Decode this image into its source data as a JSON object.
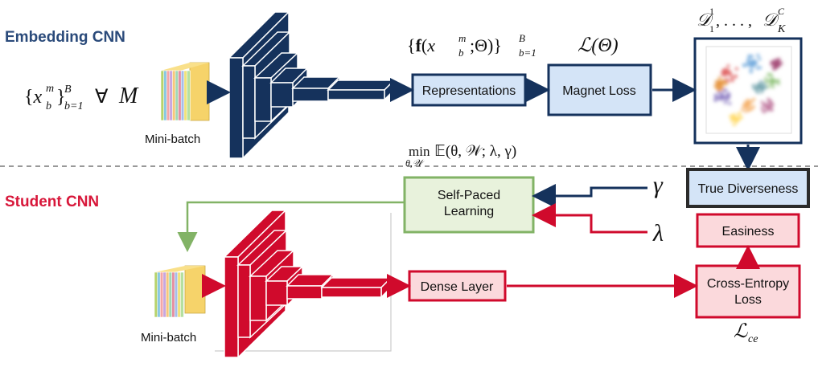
{
  "sections": {
    "embedding": {
      "label": "Embedding CNN",
      "color": "#2a4a7a"
    },
    "student": {
      "label": "Student CNN",
      "color": "#d8173a"
    }
  },
  "boxes": {
    "representations": "Representations",
    "magnet_loss": "Magnet Loss",
    "true_diverseness": "True Diverseness",
    "self_paced": [
      "Self-Paced",
      "Learning"
    ],
    "easiness": "Easiness",
    "cross_entropy": [
      "Cross-Entropy",
      "Loss"
    ],
    "dense_layer": "Dense Layer"
  },
  "captions": {
    "minibatch_top": "Mini-batch",
    "minibatch_bottom": "Mini-batch"
  },
  "math": {
    "input_set": "{x",
    "input_sub": "b",
    "input_sup": "m",
    "input_range_sup": "B",
    "input_range_sub": "b=1",
    "forall": "∀",
    "M": "M",
    "features": "{f(x",
    "features_sub": "b",
    "features_sup": "m",
    "features_rest": ";Θ)}",
    "features_range_sup": "B",
    "features_range_sub": "b=1",
    "loss": "ℒ(Θ)",
    "clusters": "𝒟",
    "clusters_sub1": "1",
    "clusters_sup1": "1",
    "clusters_mid": ", . . . , 𝒟",
    "clusters_supC": "C",
    "clusters_subK": "K",
    "objective_min": "min",
    "objective_min_sub": "θ,𝒲",
    "objective": "𝔼(θ, 𝒲; λ, γ)",
    "gamma": "γ",
    "lambda": "λ",
    "ce_loss": "ℒ",
    "ce_sub": "ce"
  },
  "colors": {
    "navy": "#15325c",
    "red": "#d00a2c",
    "blue_box_fill": "#d4e4f7",
    "green_border": "#82b366",
    "green_fill": "#e8f2dc",
    "pink_fill": "#fbd9dc",
    "dashed_line": "#999999",
    "arrow_green": "#82b366"
  }
}
